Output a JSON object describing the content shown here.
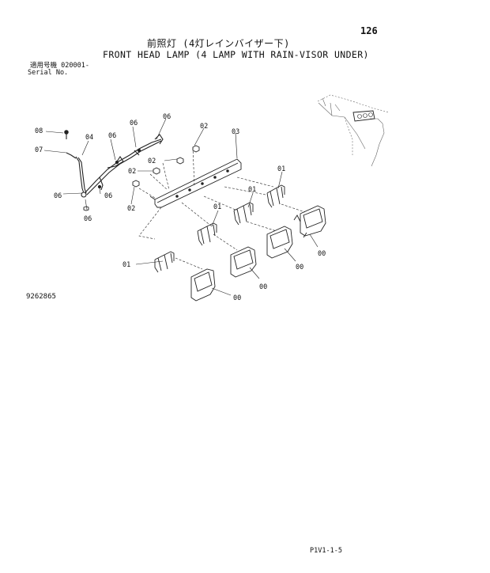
{
  "page_number": "126",
  "title_jp": "前照灯 (4灯レインバイザー下)",
  "title_en": "FRONT HEAD LAMP (4 LAMP WITH RAIN-VISOR UNDER)",
  "serial_label_jp": "適用号機  020001-",
  "serial_label_en": "Serial No.",
  "drawing_number": "9262865",
  "sheet_code": "P1V1-1-5",
  "part_labels": [
    {
      "id": "p08",
      "text": "08"
    },
    {
      "id": "p07",
      "text": "07"
    },
    {
      "id": "p04",
      "text": "04"
    },
    {
      "id": "p06a",
      "text": "06"
    },
    {
      "id": "p06b",
      "text": "06"
    },
    {
      "id": "p06c",
      "text": "06"
    },
    {
      "id": "p06d",
      "text": "06"
    },
    {
      "id": "p06e",
      "text": "06"
    },
    {
      "id": "p06f",
      "text": "06"
    },
    {
      "id": "p02a",
      "text": "02"
    },
    {
      "id": "p02b",
      "text": "02"
    },
    {
      "id": "p02c",
      "text": "02"
    },
    {
      "id": "p02d",
      "text": "02"
    },
    {
      "id": "p03",
      "text": "03"
    },
    {
      "id": "p01a",
      "text": "01"
    },
    {
      "id": "p01b",
      "text": "01"
    },
    {
      "id": "p01c",
      "text": "01"
    },
    {
      "id": "p01d",
      "text": "01"
    },
    {
      "id": "p00a",
      "text": "00"
    },
    {
      "id": "p00b",
      "text": "00"
    },
    {
      "id": "p00c",
      "text": "00"
    },
    {
      "id": "p00d",
      "text": "00"
    }
  ]
}
